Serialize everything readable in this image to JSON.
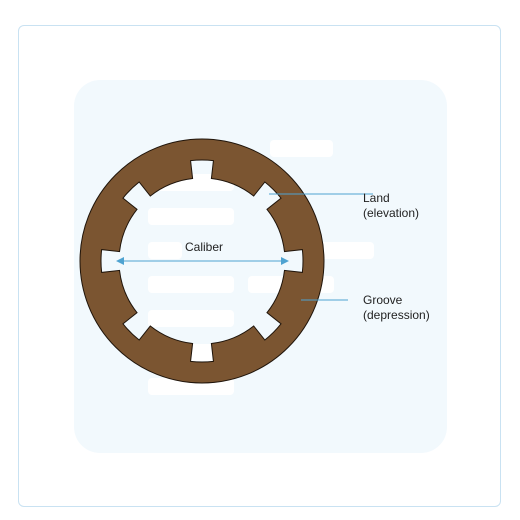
{
  "diagram": {
    "labels": {
      "land_line1": "Land",
      "land_line2": "(elevation)",
      "groove_line1": "Groove",
      "groove_line2": "(depression)",
      "caliber": "Caliber"
    },
    "colors": {
      "barrel": "#7b5531",
      "outline": "#1f140a",
      "line": "#4fa3d1",
      "text": "#222222"
    },
    "groove_count": 8
  }
}
